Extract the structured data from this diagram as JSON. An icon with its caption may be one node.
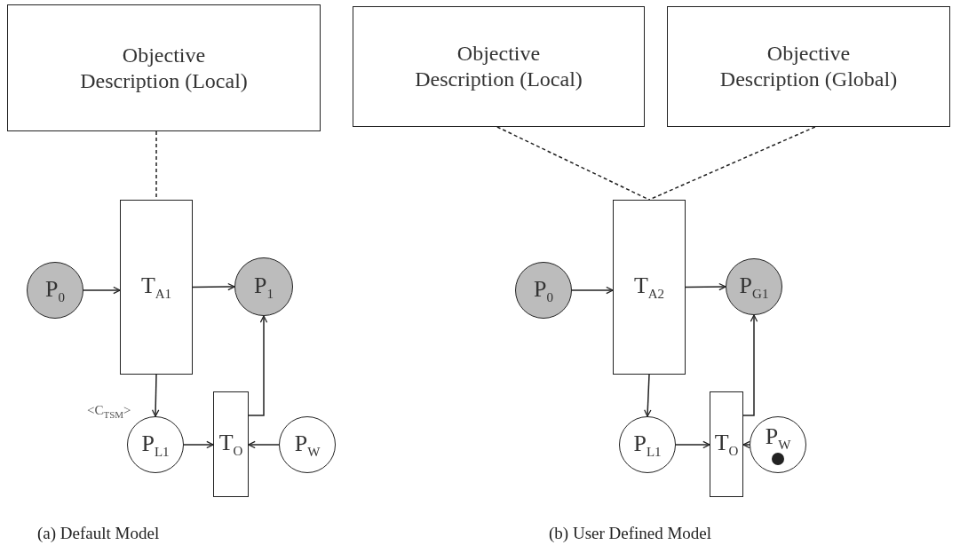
{
  "diagram": {
    "nodes": [
      {
        "text": [
          "Objective Description (Local)"
        ]
      },
      {
        "text": [
          "T$_{A1}$"
        ]
      },
      {
        "text": [
          "P$_{0}$"
        ]
      },
      {
        "text": [
          "P$_{1}$"
        ]
      },
      {
        "text": [
          "P$_{L1}$"
        ]
      },
      {
        "text": [
          "T$_{O}$"
        ]
      },
      {
        "text": [
          "P$_{W}$"
        ]
      },
      {
        "text": [
          "Objective Description (Local)"
        ]
      },
      {
        "text": [
          "Objective Description (Global)"
        ]
      },
      {
        "text": [
          "T$_{A2}$"
        ]
      },
      {
        "text": [
          "P$_{0}$"
        ]
      },
      {
        "text": [
          "P$_{G1}$"
        ]
      },
      {
        "text": [
          "P$_{L1}$"
        ]
      },
      {
        "text": [
          "T$_{O}$"
        ]
      },
      {
        "text": [
          "P$_{W}$"
        ]
      }
    ],
    "edges": [
      {
        "from": 0,
        "to": 1,
        "arrow": "none",
        "style": "dashed"
      },
      {
        "from": 2,
        "to": 1,
        "arrow": "to"
      },
      {
        "from": 1,
        "to": 3,
        "arrow": "to"
      },
      {
        "from": 1,
        "to": 4,
        "arrow": "to",
        "label": "<C$_{TSM}$>"
      },
      {
        "from": 4,
        "to": 5,
        "arrow": "to"
      },
      {
        "from": 6,
        "to": 5,
        "arrow": "to"
      },
      {
        "from": 5,
        "to": 3,
        "arrow": "to"
      },
      {
        "from": 7,
        "to": 9,
        "arrow": "none",
        "style": "dashed"
      },
      {
        "from": 8,
        "to": 9,
        "arrow": "none",
        "style": "dashed"
      },
      {
        "from": 10,
        "to": 9,
        "arrow": "to"
      },
      {
        "from": 9,
        "to": 11,
        "arrow": "to"
      },
      {
        "from": 9,
        "to": 12,
        "arrow": "to"
      },
      {
        "from": 12,
        "to": 13,
        "arrow": "to"
      },
      {
        "from": 14,
        "to": 13,
        "arrow": "to"
      },
      {
        "from": 13,
        "to": 11,
        "arrow": "to"
      }
    ],
    "labels": [
      "(a) Default Model",
      "(b) User Defined Model"
    ]
  }
}
